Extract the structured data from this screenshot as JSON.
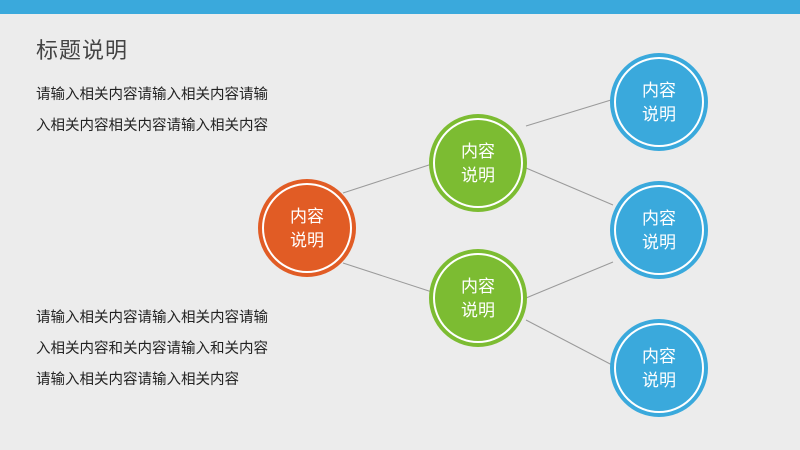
{
  "header": {
    "title": "标题说明"
  },
  "text_block_1": {
    "lines": [
      "请输入相关内容请输入相关内容请输",
      "入相关内容相关内容请输入相关内容"
    ]
  },
  "text_block_2": {
    "lines": [
      "请输入相关内容请输入相关内容请输",
      "入相关内容和关内容请输入和关内容",
      "请输入相关内容请输入相关内容"
    ]
  },
  "colors": {
    "accent_bar": "#3aa9dc",
    "root": "#e15c25",
    "branch": "#7cbc32",
    "leaf": "#3aa9dc"
  },
  "diagram": {
    "root": {
      "line1": "内容",
      "line2": "说明"
    },
    "branches": [
      {
        "line1": "内容",
        "line2": "说明"
      },
      {
        "line1": "内容",
        "line2": "说明"
      }
    ],
    "leaves": [
      {
        "line1": "内容",
        "line2": "说明"
      },
      {
        "line1": "内容",
        "line2": "说明"
      },
      {
        "line1": "内容",
        "line2": "说明"
      }
    ]
  }
}
